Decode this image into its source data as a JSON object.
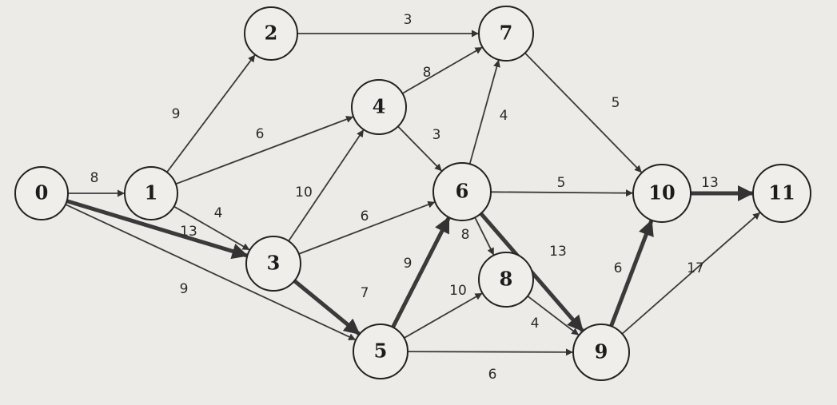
{
  "colors": {
    "ink": "#2f2f2f",
    "critical": "#2f2f2f",
    "background": "#ecebe7"
  },
  "nodes": [
    {
      "id": "0",
      "label": "0"
    },
    {
      "id": "1",
      "label": "1"
    },
    {
      "id": "2",
      "label": "2"
    },
    {
      "id": "3",
      "label": "3"
    },
    {
      "id": "4",
      "label": "4"
    },
    {
      "id": "5",
      "label": "5"
    },
    {
      "id": "6",
      "label": "6"
    },
    {
      "id": "7",
      "label": "7"
    },
    {
      "id": "8",
      "label": "8"
    },
    {
      "id": "9",
      "label": "9"
    },
    {
      "id": "10",
      "label": "10"
    },
    {
      "id": "11",
      "label": "11"
    }
  ],
  "edges": [
    {
      "from": "0",
      "to": "1",
      "weight": "8",
      "critical": false
    },
    {
      "from": "0",
      "to": "3",
      "weight": "13",
      "critical": true
    },
    {
      "from": "0",
      "to": "5",
      "weight": "9",
      "critical": false
    },
    {
      "from": "1",
      "to": "2",
      "weight": "9",
      "critical": false
    },
    {
      "from": "1",
      "to": "4",
      "weight": "6",
      "critical": false
    },
    {
      "from": "1",
      "to": "3",
      "weight": "4",
      "critical": false
    },
    {
      "from": "2",
      "to": "7",
      "weight": "3",
      "critical": false
    },
    {
      "from": "3",
      "to": "4",
      "weight": "10",
      "critical": false
    },
    {
      "from": "3",
      "to": "6",
      "weight": "6",
      "critical": false
    },
    {
      "from": "3",
      "to": "5",
      "weight": "7",
      "critical": true
    },
    {
      "from": "4",
      "to": "7",
      "weight": "8",
      "critical": false
    },
    {
      "from": "4",
      "to": "6",
      "weight": "3",
      "critical": false
    },
    {
      "from": "5",
      "to": "6",
      "weight": "9",
      "critical": true
    },
    {
      "from": "5",
      "to": "8",
      "weight": "10",
      "critical": false
    },
    {
      "from": "5",
      "to": "9",
      "weight": "6",
      "critical": false
    },
    {
      "from": "6",
      "to": "7",
      "weight": "4",
      "critical": false
    },
    {
      "from": "6",
      "to": "10",
      "weight": "5",
      "critical": false
    },
    {
      "from": "6",
      "to": "8",
      "weight": "8",
      "critical": false
    },
    {
      "from": "6",
      "to": "9",
      "weight": "13",
      "critical": true
    },
    {
      "from": "7",
      "to": "10",
      "weight": "5",
      "critical": false
    },
    {
      "from": "8",
      "to": "9",
      "weight": "4",
      "critical": false
    },
    {
      "from": "9",
      "to": "10",
      "weight": "6",
      "critical": true
    },
    {
      "from": "9",
      "to": "11",
      "weight": "17",
      "critical": false
    },
    {
      "from": "10",
      "to": "11",
      "weight": "13",
      "critical": true
    }
  ]
}
